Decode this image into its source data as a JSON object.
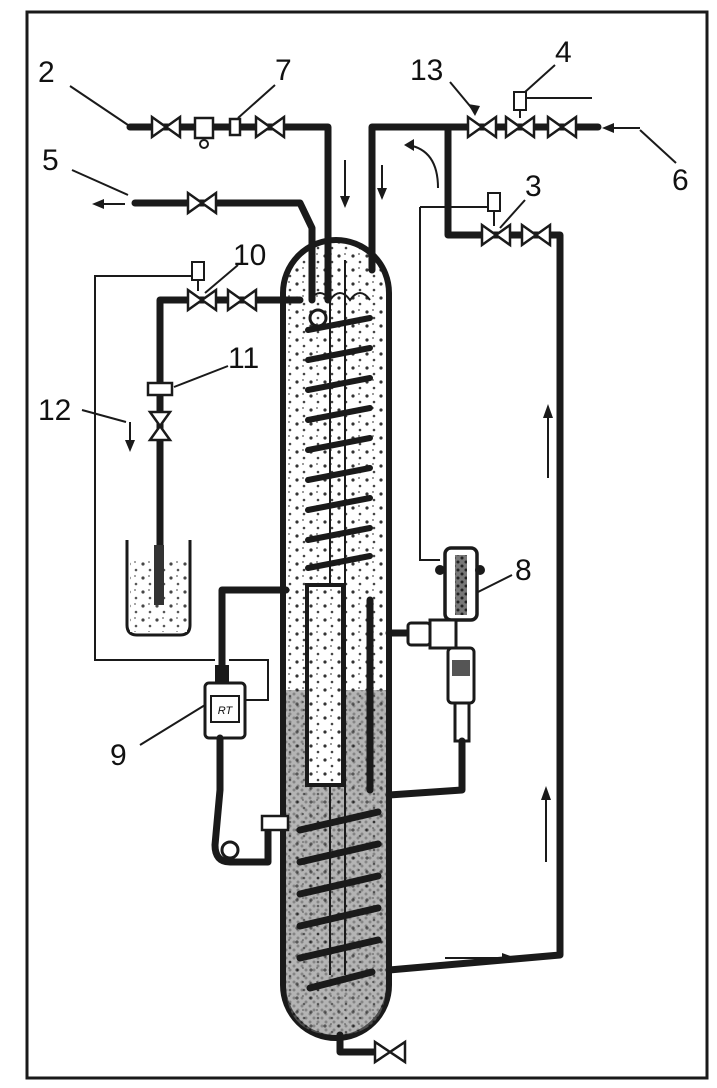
{
  "labels": {
    "l2": "2",
    "l3": "3",
    "l4": "4",
    "l5": "5",
    "l6": "6",
    "l7": "7",
    "l8": "8",
    "l9": "9",
    "l10": "10",
    "l11": "11",
    "l12": "12",
    "l13": "13"
  },
  "components": {
    "recorder_text": "RT"
  },
  "colors": {
    "ink": "#1a1a1a",
    "paper": "#ffffff",
    "packing": "#d9d9d9"
  }
}
